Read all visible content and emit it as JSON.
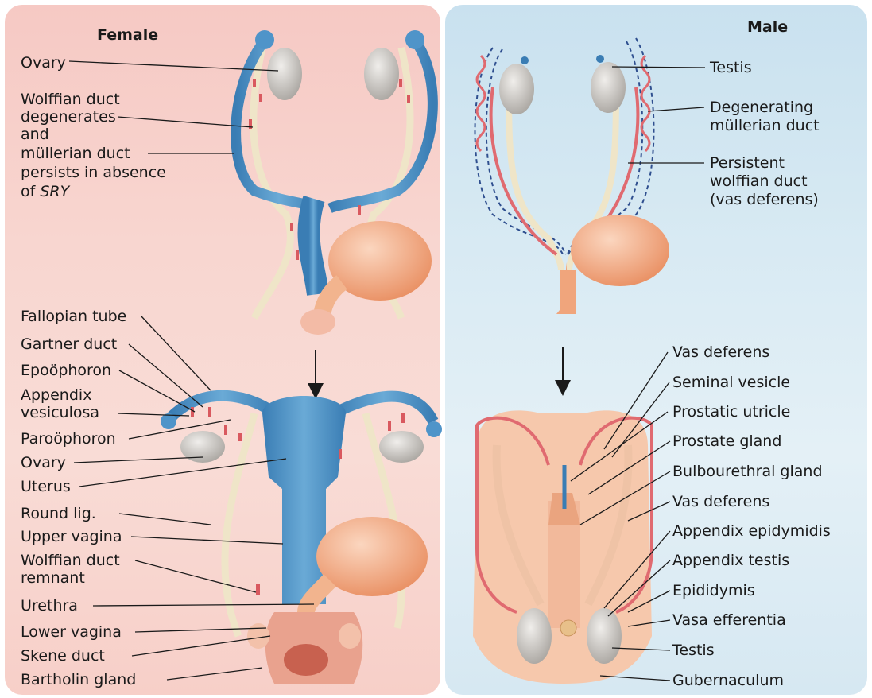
{
  "female": {
    "title": "Female",
    "top_labels": {
      "ovary": "Ovary",
      "wolffian_1": "Wolffian duct",
      "wolffian_2": "degenerates",
      "wolffian_3": "and",
      "mullerian_1": "müllerian duct",
      "mullerian_2": "persists in absence",
      "mullerian_3_prefix": "of ",
      "mullerian_3_italic": "SRY"
    },
    "bottom_labels": {
      "fallopian": "Fallopian tube",
      "gartner": "Gartner duct",
      "epoophoron": "Epoöphoron",
      "appendix_1": "Appendix",
      "appendix_2": "vesiculosa",
      "paroophoron": "Paroöphoron",
      "ovary": "Ovary",
      "uterus": "Uterus",
      "round_lig": "Round lig.",
      "upper_vagina": "Upper vagina",
      "wolffian_remnant_1": "Wolffian duct",
      "wolffian_remnant_2": "remnant",
      "urethra": "Urethra",
      "lower_vagina": "Lower vagina",
      "skene": "Skene duct",
      "bartholin": "Bartholin gland"
    }
  },
  "male": {
    "title": "Male",
    "top_labels": {
      "testis": "Testis",
      "degenerating_1": "Degenerating",
      "degenerating_2": "müllerian duct",
      "persistent_1": "Persistent",
      "persistent_2": "wolffian duct",
      "persistent_3": "(vas deferens)"
    },
    "bottom_labels": {
      "vas_deferens_1": "Vas deferens",
      "seminal_vesicle": "Seminal vesicle",
      "prostatic_utricle": "Prostatic utricle",
      "prostate_gland": "Prostate gland",
      "bulbourethral": "Bulbourethral gland",
      "vas_deferens_2": "Vas deferens",
      "appendix_epididymis": "Appendix epidymidis",
      "appendix_testis": "Appendix testis",
      "epididymis": "Epididymis",
      "vasa_efferentia": "Vasa efferentia",
      "testis": "Testis",
      "gubernaculum": "Gubernaculum"
    }
  },
  "colors": {
    "female_bg": "#f8d6d0",
    "male_bg": "#d8eaf3",
    "mullerian_blue": "#4a8fc4",
    "wolffian_red": "#d9595f",
    "gonad_gray": "#c9c6c2",
    "bladder_orange": "#f0a57c"
  },
  "icons": [
    "down-arrow-icon",
    "down-arrow-icon"
  ]
}
